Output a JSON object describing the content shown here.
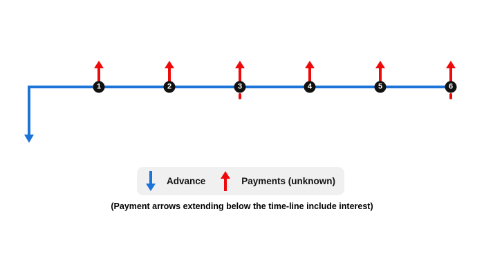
{
  "diagram": {
    "title": "loan-timeline",
    "timeline_points": [
      {
        "label": "1",
        "payment_arrow": "up",
        "extends_below_line": false
      },
      {
        "label": "2",
        "payment_arrow": "up",
        "extends_below_line": false
      },
      {
        "label": "3",
        "payment_arrow": "up",
        "extends_below_line": true
      },
      {
        "label": "4",
        "payment_arrow": "up",
        "extends_below_line": false
      },
      {
        "label": "5",
        "payment_arrow": "up",
        "extends_below_line": false
      },
      {
        "label": "6",
        "payment_arrow": "up",
        "extends_below_line": true
      }
    ],
    "advance_arrow_direction": "down"
  },
  "legend": {
    "items": [
      {
        "icon": "down-arrow-icon",
        "label": "Advance",
        "color": "#1c73d8"
      },
      {
        "icon": "up-arrow-icon",
        "label": "Payments (unknown)",
        "color": "#ee0a0a"
      }
    ]
  },
  "caption": "(Payment arrows extending below the time-line include interest)",
  "colors": {
    "timeline_blue": "#1c73d8",
    "payment_red": "#ee0a0a",
    "node_black": "#111111",
    "legend_bg": "#f0f0f0"
  }
}
